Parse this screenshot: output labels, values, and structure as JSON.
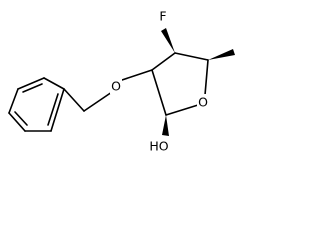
{
  "molecule": {
    "atom_labels": {
      "fluorine": "F",
      "ether_oxygen": "O",
      "ring_oxygen": "O",
      "hydroxyl": "HO"
    },
    "colors": {
      "bond": "#000000",
      "text": "#000000",
      "background": "#ffffff"
    }
  }
}
